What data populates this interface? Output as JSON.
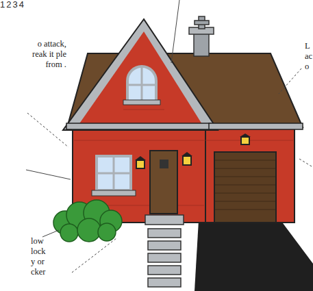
{
  "diagram": {
    "labels": [
      "o attack, reak it ple from .",
      "L ac o",
      "1234",
      "low lock y or cker"
    ]
  }
}
